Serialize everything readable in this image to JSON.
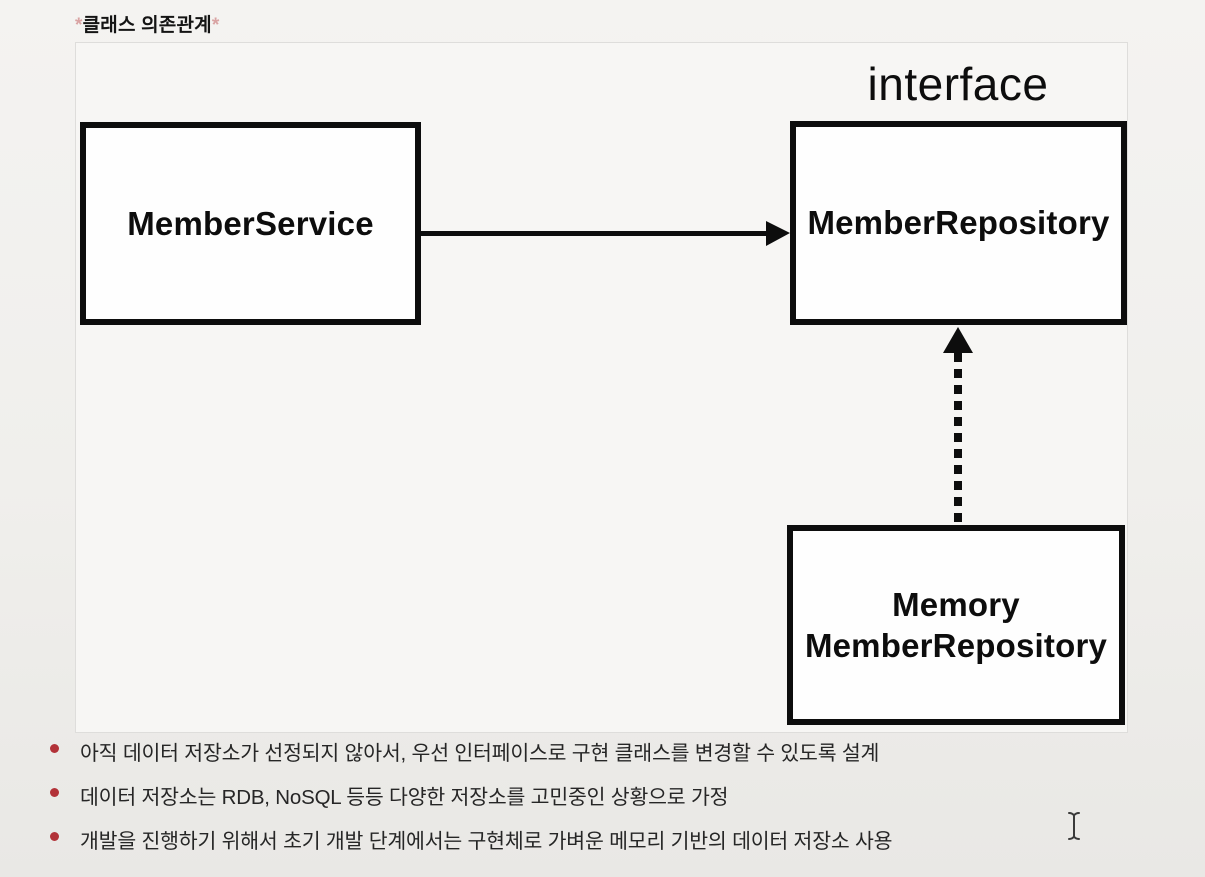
{
  "header": {
    "asterisk_open": "*",
    "title": "클래스 의존관계",
    "asterisk_close": "*"
  },
  "diagram": {
    "interface_label": "interface",
    "member_service_label": "MemberService",
    "member_repository_label": "MemberRepository",
    "memory_member_repository_line1": "Memory",
    "memory_member_repository_line2": "MemberRepository",
    "relations": [
      {
        "from": "MemberService",
        "to": "MemberRepository",
        "style": "solid-arrow"
      },
      {
        "from": "MemoryMemberRepository",
        "to": "MemberRepository",
        "style": "dotted-arrow-implements"
      }
    ]
  },
  "bullets": [
    {
      "text": "아직 데이터 저장소가 선정되지 않아서, 우선 인터페이스로 구현 클래스를 변경할 수 있도록 설계"
    },
    {
      "text": "데이터 저장소는 RDB, NoSQL 등등 다양한 저장소를 고민중인 상황으로 가정"
    },
    {
      "text": "개발을 진행하기 위해서 초기 개발 단계에서는 구현체로 가벼운 메모리 기반의 데이터 저장소 사용"
    }
  ],
  "colors": {
    "bullet_dot": "#b23238",
    "title_asterisk": "#d9a3a3",
    "box_border": "#0d0d0d",
    "diagram_background": "#f7f6f4",
    "page_background": "#eeedeb"
  }
}
